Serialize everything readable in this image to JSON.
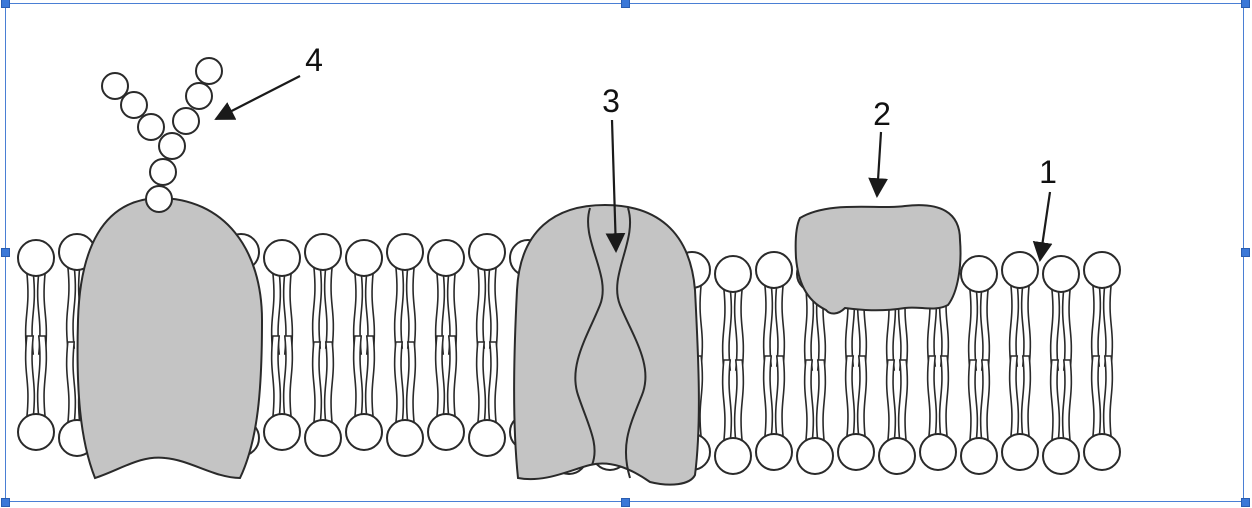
{
  "figure": {
    "labels": [
      {
        "id": "lipid-bilayer",
        "text": "1"
      },
      {
        "id": "peripheral-protein",
        "text": "2"
      },
      {
        "id": "channel-protein",
        "text": "3"
      },
      {
        "id": "glycoprotein-carbohydrate",
        "text": "4"
      }
    ]
  },
  "colors": {
    "protein_fill": "#c4c4c4",
    "outline": "#2a2a2a",
    "selection": "#3b78d8"
  }
}
